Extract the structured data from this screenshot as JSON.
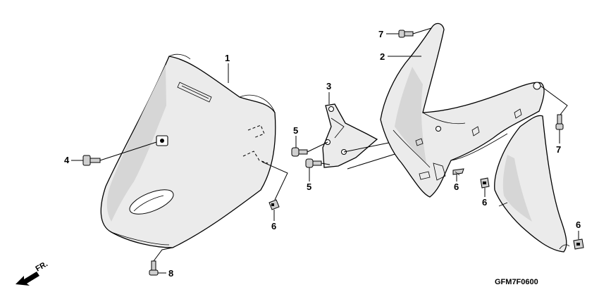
{
  "diagram": {
    "callouts": {
      "front_cover": "1",
      "inner_cover": "2",
      "bracket": "3",
      "bolt_front": "4",
      "screw_bracket_upper": "5",
      "screw_bracket_lower": "5",
      "clip_front_cover": "6",
      "clip_inner_center": "6",
      "clip_inner_lower": "6",
      "clip_floor_right": "6",
      "screw_top": "7",
      "screw_right": "7",
      "screw_bottom": "8"
    },
    "direction_label": "FR.",
    "diagram_code": "GFM7F0600"
  }
}
